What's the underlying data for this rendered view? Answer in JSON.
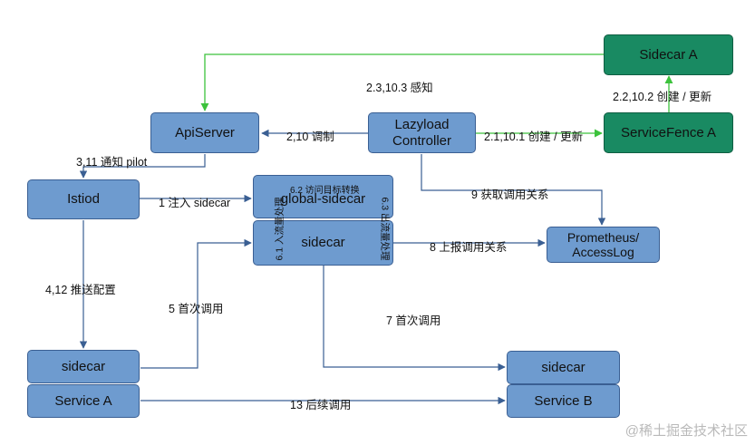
{
  "nodes": {
    "sidecar_a": "Sidecar A",
    "servicefence_a": "ServiceFence A",
    "apiserver": "ApiServer",
    "lazyload_line1": "Lazyload",
    "lazyload_line2": "Controller",
    "istiod": "Istiod",
    "global_sidecar": "global-sidecar",
    "sidecar_center": "sidecar",
    "prometheus_line1": "Prometheus/",
    "prometheus_line2": "AccessLog",
    "sidecar_left": "sidecar",
    "service_a": "Service A",
    "sidecar_right": "sidecar",
    "service_b": "Service B"
  },
  "edges": {
    "e_sense": "2.3,10.3  感知",
    "e_create_update_sidecar": "2.2,10.2  创建 / 更新",
    "e_tune": "2,10  调制",
    "e_create_update_fence": "2.1,10.1  创建 / 更新",
    "e_notify": "3,11  通知 pilot",
    "e_fetch": "9  获取调用关系",
    "e_inject": "1 注入 sidecar",
    "e_report": "8  上报调用关系",
    "e_push_config": "4,12  推送配置",
    "e_first_call_5": "5 首次调用",
    "e_first_call_7": "7  首次调用",
    "e_subsequent": "13  后续调用",
    "e_target_convert": "6.2  访问目标转换",
    "e_inbound": "6.1  入流量处理",
    "e_outbound": "6.3  出流量处理"
  },
  "watermark": "@稀土掘金技术社区",
  "colors": {
    "blue_node": "#6e9bcf",
    "green_node": "#198a62",
    "green_arrow": "#3cc23c",
    "edge": "#3a5f93",
    "orange_arrow": "#e8891c"
  }
}
